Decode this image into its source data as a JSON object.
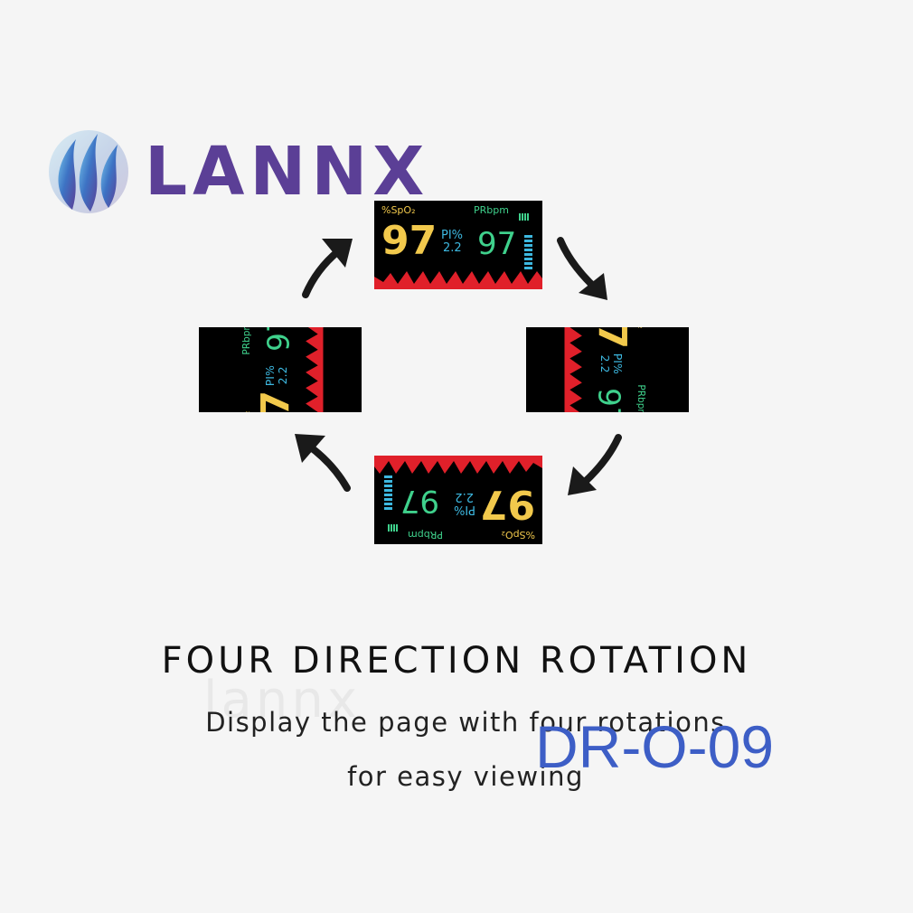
{
  "logo": {
    "text": "LANNX"
  },
  "display": {
    "spo2_label": "%SpO₂",
    "pr_label": "PRbpm",
    "spo2_value": "97",
    "pi_label": "PI%",
    "pi_value": "2.2",
    "pr_value": "97"
  },
  "heading": {
    "title": "FOUR DIRECTION ROTATION",
    "line1": "Display the page with four rotations",
    "line2": "for easy viewing"
  },
  "model": "DR-O-09",
  "watermark": "lannx",
  "colors": {
    "spo2": "#f2c94c",
    "pr": "#3fd18c",
    "pi": "#3db8e0",
    "wave": "#e0202a",
    "brand": "#5b3f96",
    "model": "#3d5ec6"
  }
}
